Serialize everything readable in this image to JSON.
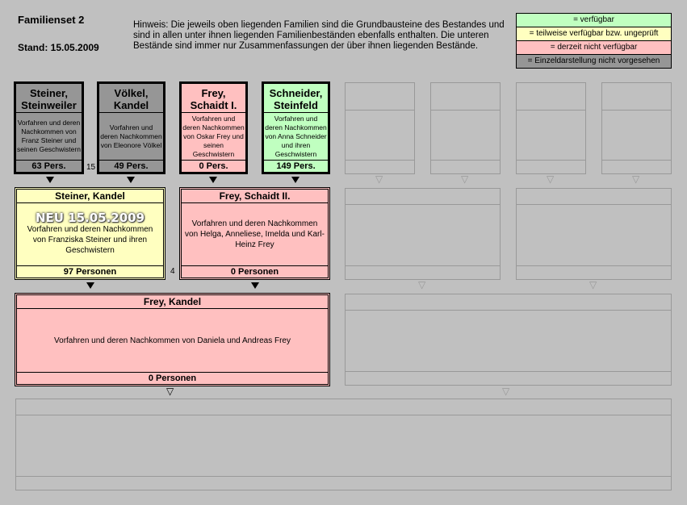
{
  "header": {
    "title": "Familienset 2",
    "stand": "Stand:  15.05.2009",
    "hint": "Hinweis: Die jeweils oben liegenden Familien sind die Grundbausteine des Bestandes und sind in allen unter ihnen liegenden Familienbeständen ebenfalls enthalten. Die unteren Bestände sind immer nur Zusammenfassungen der über ihnen liegenden Bestände."
  },
  "legend": [
    {
      "label": "= verfügbar",
      "color": "#c0ffc0"
    },
    {
      "label": "= teilweise verfügbar bzw. ungeprüft",
      "color": "#ffffc0"
    },
    {
      "label": "= derzeit nicht verfügbar",
      "color": "#ffc0c0"
    },
    {
      "label": "= Einzeldarstellung nicht vorgesehen",
      "color": "#969696"
    }
  ],
  "top_row": [
    {
      "name": "Steiner, Steinweiler",
      "desc": "Vorfahren und deren Nachkommen von Franz Steiner und seinen Geschwistern",
      "count": "63 Pers.",
      "color": "#969696"
    },
    {
      "name": "Völkel, Kandel",
      "desc": "Vorfahren und deren Nachkommen von Eleonore Völkel",
      "count": "49 Pers.",
      "color": "#969696"
    },
    {
      "name": "Frey, Schaidt I.",
      "desc": "Vorfahren und deren Nachkommen von Oskar Frey und seinen Geschwistern",
      "count": "0 Pers.",
      "color": "#ffc0c0"
    },
    {
      "name": "Schneider, Steinfeld",
      "desc": "Vorfahren und deren Nachkommen von Anna Schneider und ihren Geschwistern",
      "count": "149 Pers.",
      "color": "#c0ffc0"
    }
  ],
  "overlap_top": "15",
  "middle_row": [
    {
      "name": "Steiner, Kandel",
      "badge": "NEU 15.05.2009",
      "desc": "Vorfahren und deren Nachkommen von Franziska Steiner und ihren Geschwistern",
      "count": "97 Personen",
      "color": "#ffffc0"
    },
    {
      "name": "Frey, Schaidt II.",
      "desc": "Vorfahren und deren Nachkommen von Helga, Anneliese, Imelda und Karl-Heinz Frey",
      "count": "0 Personen",
      "color": "#ffc0c0"
    }
  ],
  "overlap_middle": "4",
  "bottom": {
    "name": "Frey, Kandel",
    "desc": "Vorfahren und deren Nachkommen von Daniela und Andreas Frey",
    "count": "0 Personen",
    "color": "#ffc0c0"
  }
}
